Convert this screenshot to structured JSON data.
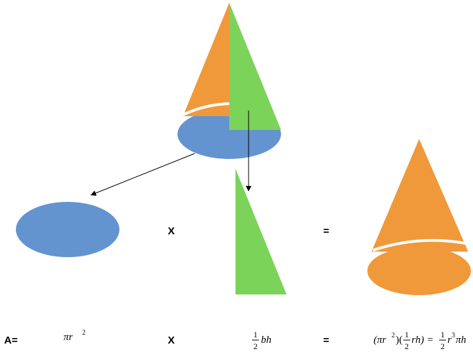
{
  "colors": {
    "blue": "#6494CF",
    "green": "#7CD35A",
    "orange": "#F0993A",
    "white": "#FFFFFF",
    "ink": "#000000"
  },
  "operators": {
    "times_top": "X",
    "equals_top": "=",
    "area_label": "A=",
    "times_bottom": "X",
    "equals_bottom": "="
  },
  "formula": {
    "base_area_var": "πr",
    "base_area_exp": "2",
    "triangle_num": "1",
    "triangle_den": "2",
    "triangle_var": "bh",
    "result_open": "(πr",
    "result_exp1": "2",
    "result_mid": ")(",
    "result_num1": "1",
    "result_den1": "2",
    "result_rh": "rh) =",
    "result_num2": "1",
    "result_den2": "2",
    "result_r": "r",
    "result_exp2": "3",
    "result_tail": "πh"
  }
}
